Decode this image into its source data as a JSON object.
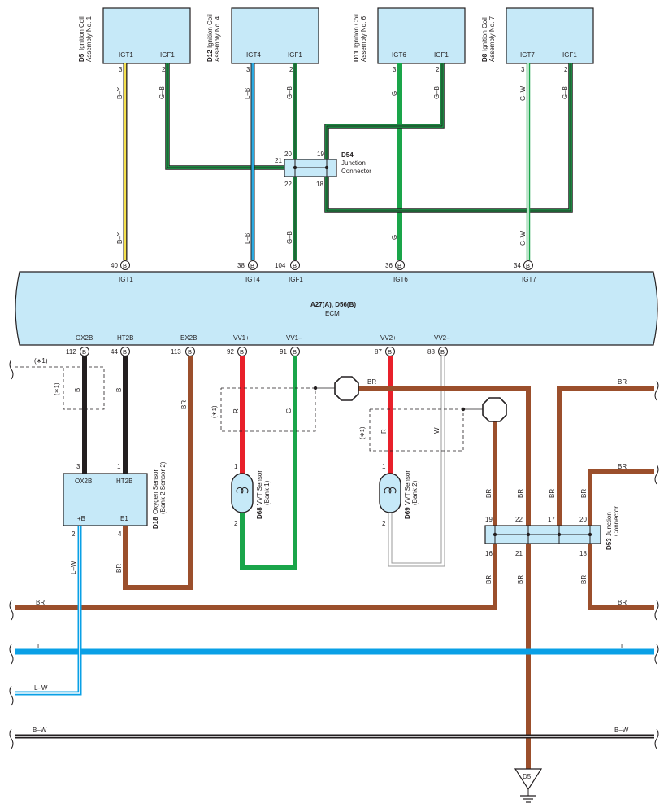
{
  "coils": [
    {
      "id": "D5",
      "name": "Ignition Coil",
      "name2": "Assembly No. 1",
      "p1": "IGT1",
      "p2": "IGF1",
      "n1": "3",
      "n2": "2",
      "c1": "B–Y",
      "c2": "G–B"
    },
    {
      "id": "D12",
      "name": "Ignition Coil",
      "name2": "Assembly No. 4",
      "p1": "IGT4",
      "p2": "IGF1",
      "n1": "3",
      "n2": "2",
      "c1": "L–B",
      "c2": "G–B"
    },
    {
      "id": "D11",
      "name": "Ignition Coil",
      "name2": "Assembly No. 6",
      "p1": "IGT6",
      "p2": "IGF1",
      "n1": "3",
      "n2": "2",
      "c1": "G",
      "c2": "G–B"
    },
    {
      "id": "D8",
      "name": "Ignition Coil",
      "name2": "Assembly No. 7",
      "p1": "IGT7",
      "p2": "IGF1",
      "n1": "3",
      "n2": "2",
      "c1": "G–W",
      "c2": "G–B"
    }
  ],
  "d54": {
    "id": "D54",
    "l1": "Junction",
    "l2": "Connector",
    "pins": [
      "20",
      "19",
      "21",
      "22",
      "18"
    ]
  },
  "ecm": {
    "title": "A27(A), D56(B)",
    "name": "ECM",
    "pin_letter": "B",
    "top": [
      {
        "n": "40",
        "name": "IGT1",
        "c": "B–Y"
      },
      {
        "n": "38",
        "name": "IGT4",
        "c": "L–B"
      },
      {
        "n": "104",
        "name": "IGF1",
        "c": "G–B"
      },
      {
        "n": "36",
        "name": "IGT6",
        "c": "G"
      },
      {
        "n": "34",
        "name": "IGT7",
        "c": "G–W"
      }
    ],
    "bottom": [
      {
        "n": "112",
        "name": "OX2B"
      },
      {
        "n": "44",
        "name": "HT2B"
      },
      {
        "n": "113",
        "name": "EX2B"
      },
      {
        "n": "92",
        "name": "VV1+"
      },
      {
        "n": "91",
        "name": "VV1–"
      },
      {
        "n": "87",
        "name": "VV2+"
      },
      {
        "n": "88",
        "name": "VV2–"
      }
    ]
  },
  "shield_note": "(∗1)",
  "wires": {
    "b": "B",
    "br": "BR",
    "r": "R",
    "g": "G",
    "w": "W",
    "lw": "L–W",
    "l": "L",
    "bw": "B–W"
  },
  "d18": {
    "id": "D18",
    "l1": "Oxygen Sensor",
    "l2": "(Bank 2 Sensor 2)",
    "p1": "OX2B",
    "p2": "HT2B",
    "p3": "+B",
    "p4": "E1",
    "n1": "3",
    "n2": "1",
    "n3": "2",
    "n4": "4"
  },
  "d68": {
    "id": "D68",
    "l1": "VVT Sensor",
    "l2": "(Bank 1)",
    "n1": "1",
    "n2": "2"
  },
  "d69": {
    "id": "D69",
    "l1": "VVT Sensor",
    "l2": "(Bank 2)",
    "n1": "1",
    "n2": "2"
  },
  "d53": {
    "id": "D53",
    "l1": "Junction",
    "l2": "Connector",
    "pins": [
      "19",
      "22",
      "17",
      "20",
      "16",
      "21",
      "18"
    ]
  },
  "ground": {
    "id": "D5"
  },
  "colors": {
    "br": "#9b4f2c",
    "yellow": "#f4e04d",
    "blue": "#2aa9e0",
    "lblue": "#0aa0e6",
    "green": "#1aa54a",
    "red": "#e8202a",
    "black": "#231f20",
    "box": "#c6e9f8"
  }
}
